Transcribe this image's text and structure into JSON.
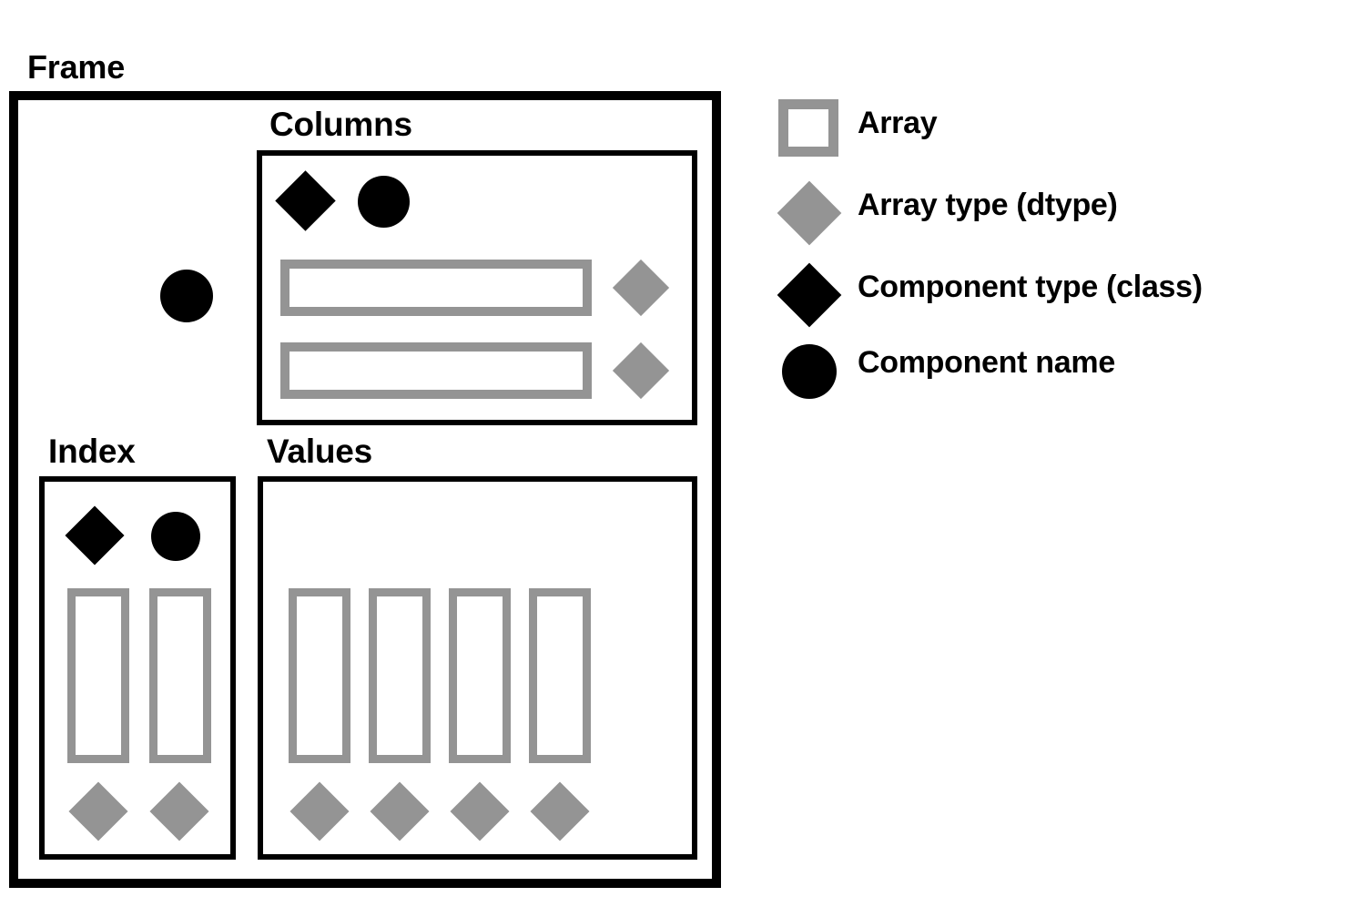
{
  "diagram": {
    "title_label": "Frame",
    "sections": [
      {
        "key": "columns",
        "label": "Columns"
      },
      {
        "key": "index",
        "label": "Index"
      },
      {
        "key": "values",
        "label": "Values"
      }
    ],
    "frame": {
      "label": "Frame",
      "component_name_markers": 1
    },
    "columns": {
      "label": "Columns",
      "component_type_markers": 1,
      "component_name_markers": 1,
      "arrays": 2,
      "array_orientation": "horizontal",
      "dtype_markers": 2
    },
    "index": {
      "label": "Index",
      "component_type_markers": 1,
      "component_name_markers": 1,
      "arrays": 2,
      "array_orientation": "vertical",
      "dtype_markers": 2
    },
    "values": {
      "label": "Values",
      "component_type_markers": 0,
      "component_name_markers": 0,
      "arrays": 4,
      "array_orientation": "vertical",
      "dtype_markers": 4
    }
  },
  "legend": {
    "items": [
      {
        "label": "Array",
        "marker": "array-square-icon",
        "color": "#949494"
      },
      {
        "label": "Array type (dtype)",
        "marker": "dtype-diamond-icon",
        "color": "#949494"
      },
      {
        "label": "Component type (class)",
        "marker": "class-diamond-icon",
        "color": "#000000"
      },
      {
        "label": "Component name",
        "marker": "name-circle-icon",
        "color": "#000000"
      }
    ]
  },
  "colors": {
    "gray": "#949494",
    "black": "#000000",
    "background": "#ffffff"
  }
}
